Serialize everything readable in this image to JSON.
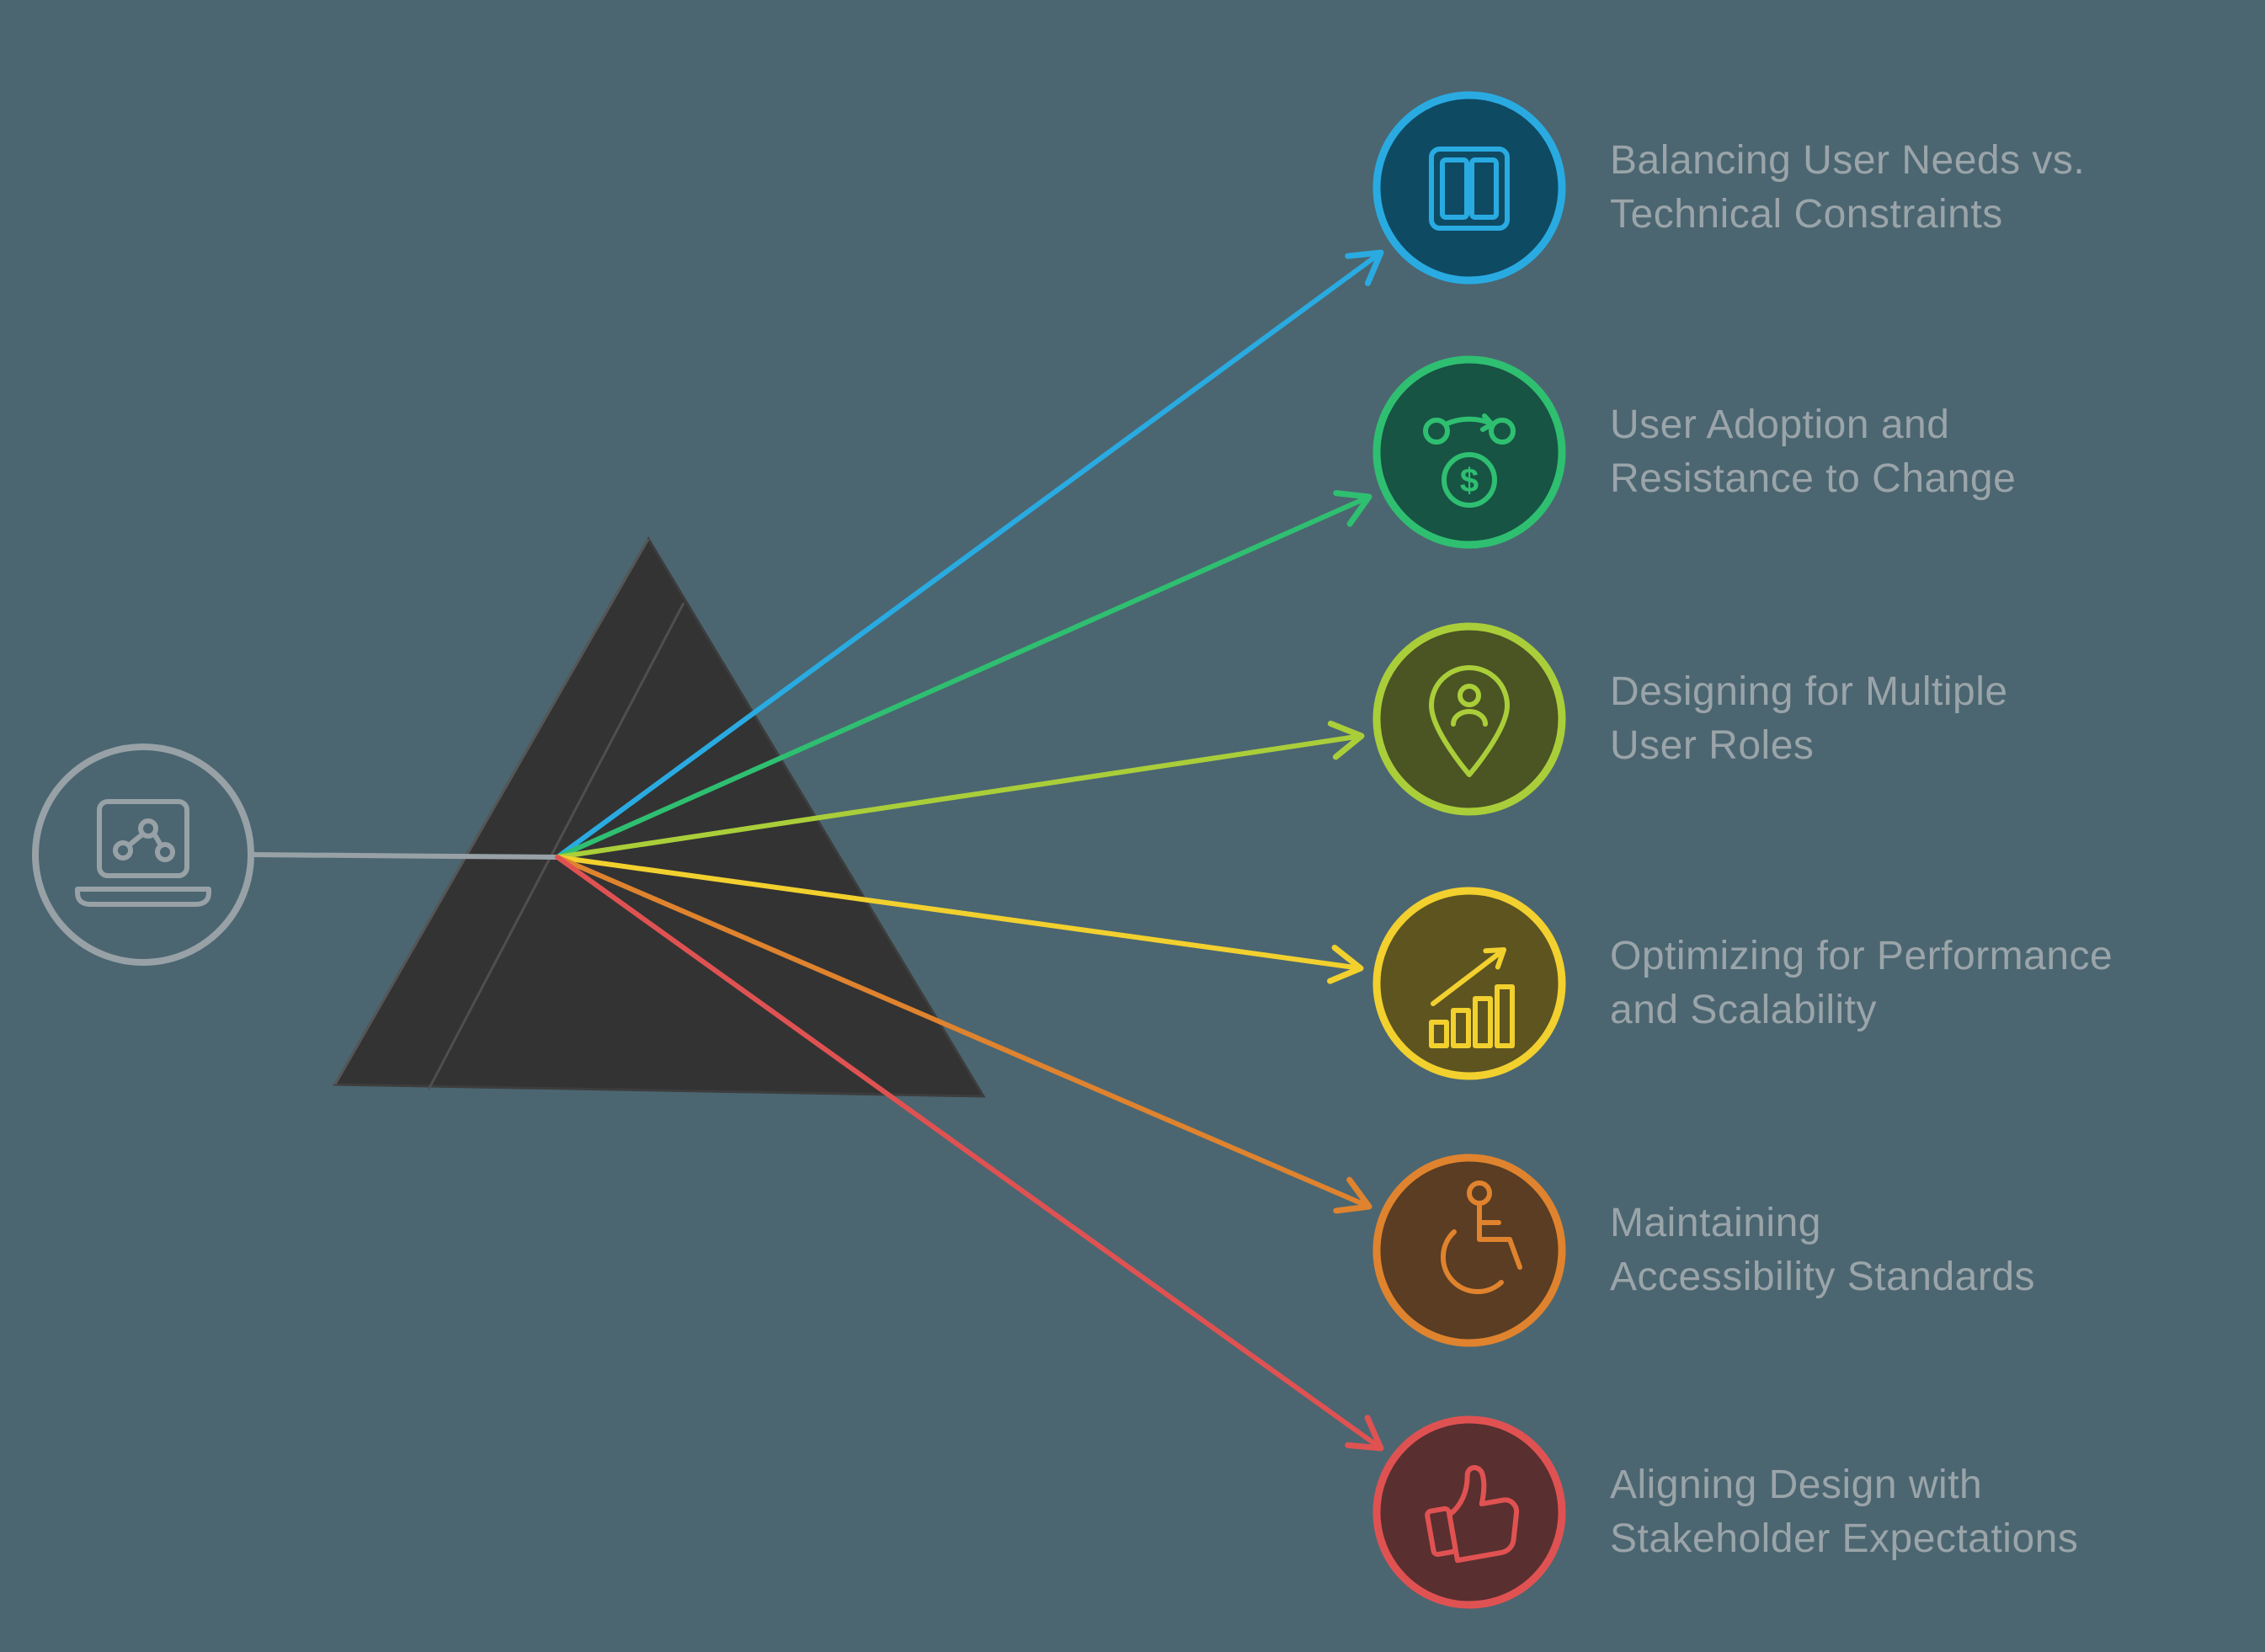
{
  "colors": {
    "background": "#4b6671",
    "muted": "#97a1a6",
    "text": "#9aa4a9",
    "prism_fill": "#333333",
    "prism_stroke": "#3d3d3d",
    "prism_edge": "#565656"
  },
  "source": {
    "icon": "laptop-share-icon"
  },
  "items": [
    {
      "label_line1": "Balancing User Needs vs.",
      "label_line2": "Technical Constraints",
      "color": "#29abe2",
      "fill": "#0f4a63",
      "icon": "split-columns-icon"
    },
    {
      "label_line1": "User Adoption and",
      "label_line2": "Resistance to Change",
      "color": "#2fbf71",
      "fill": "#175444",
      "icon": "money-cycle-icon",
      "symbol": "$"
    },
    {
      "label_line1": "Designing for Multiple",
      "label_line2": "User Roles",
      "color": "#aace39",
      "fill": "#4b5423",
      "icon": "user-location-pin-icon"
    },
    {
      "label_line1": "Optimizing for Performance",
      "label_line2": "and Scalability",
      "color": "#f2d02e",
      "fill": "#5d5420",
      "icon": "growth-chart-icon"
    },
    {
      "label_line1": "Maintaining",
      "label_line2": "Accessibility Standards",
      "color": "#e0832e",
      "fill": "#5a3d22",
      "icon": "accessibility-icon"
    },
    {
      "label_line1": "Aligning Design with",
      "label_line2": "Stakeholder Expectations",
      "color": "#e05252",
      "fill": "#5a2f2f",
      "icon": "thumbs-up-icon"
    }
  ]
}
